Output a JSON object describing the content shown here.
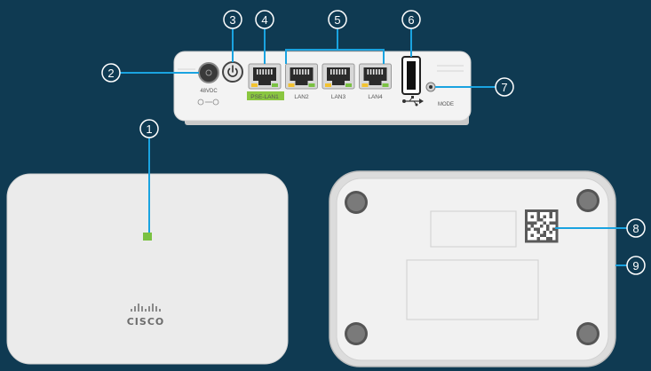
{
  "device": {
    "power_label": "48VDC",
    "ports": [
      "PSE-LAN1",
      "LAN2",
      "LAN3",
      "LAN4"
    ],
    "mode_label": "MODE",
    "brand": "CISCO"
  },
  "callouts": [
    "1",
    "2",
    "3",
    "4",
    "5",
    "6",
    "7",
    "8",
    "9"
  ],
  "colors": {
    "background": "#0f3a52",
    "accent": "#1aa3e0",
    "led_green": "#7ac142",
    "pse_highlight": "#8ac640"
  },
  "icons": [
    "power-icon",
    "usb-icon",
    "qr-code-icon"
  ]
}
